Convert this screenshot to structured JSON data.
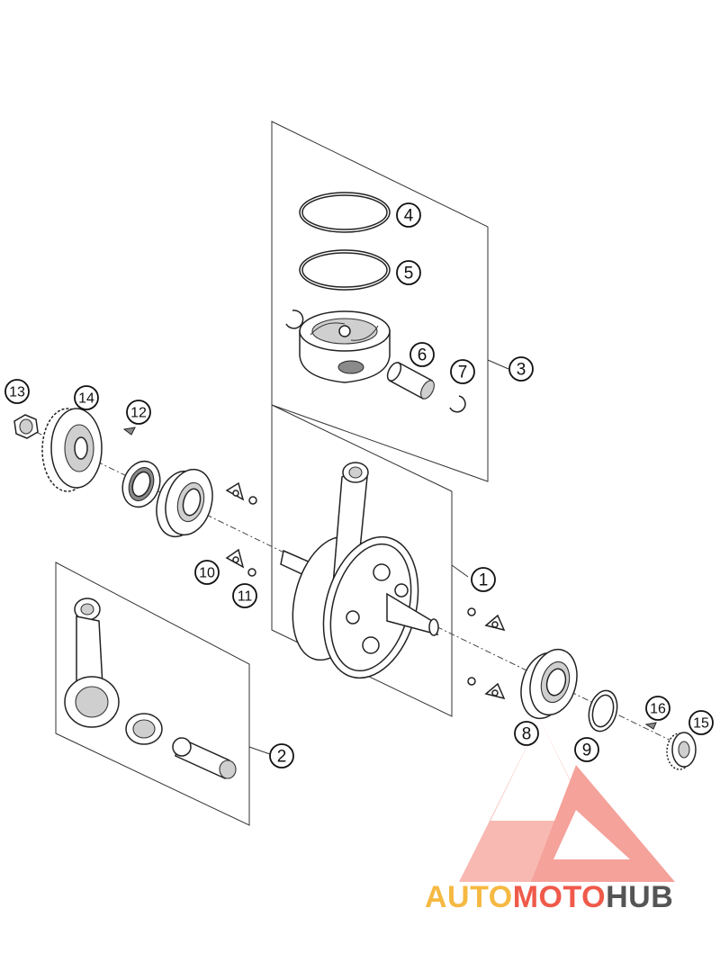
{
  "callouts": [
    {
      "id": "1",
      "label": "1"
    },
    {
      "id": "2",
      "label": "2"
    },
    {
      "id": "3",
      "label": "3"
    },
    {
      "id": "4",
      "label": "4"
    },
    {
      "id": "5",
      "label": "5"
    },
    {
      "id": "6",
      "label": "6"
    },
    {
      "id": "7",
      "label": "7"
    },
    {
      "id": "8",
      "label": "8"
    },
    {
      "id": "9",
      "label": "9"
    },
    {
      "id": "10",
      "label": "10"
    },
    {
      "id": "11",
      "label": "11"
    },
    {
      "id": "12",
      "label": "12"
    },
    {
      "id": "13",
      "label": "13"
    },
    {
      "id": "14",
      "label": "14"
    },
    {
      "id": "15",
      "label": "15"
    },
    {
      "id": "16",
      "label": "16"
    }
  ],
  "watermark": {
    "part1": "AUTO",
    "part2": "MOTO",
    "part3": "HUB",
    "colors": {
      "auto": "#f5b942",
      "moto": "#ef5a4a",
      "hub": "#555555",
      "logo": "#f28b82"
    }
  }
}
